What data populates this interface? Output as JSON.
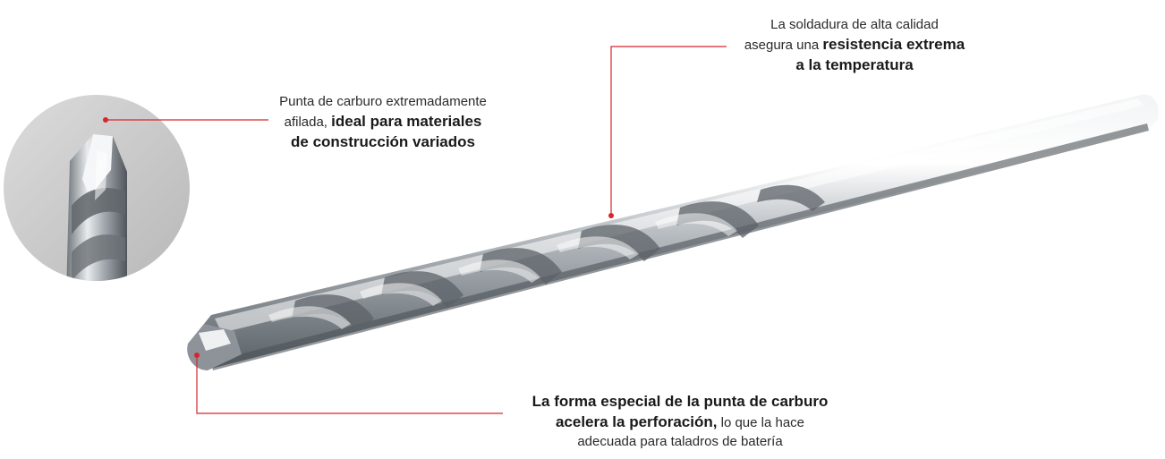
{
  "colors": {
    "accent": "#d7262b",
    "text": "#2a2a2a",
    "steel_light": "#e2e5e8",
    "steel_mid": "#a7adb3",
    "steel_dark": "#5a6066",
    "inset_bg": "#c9c9c9"
  },
  "callouts": {
    "tip": {
      "line1": "Punta de carburo extremadamente",
      "line2_regular": "afilada, ",
      "line2_bold": "ideal para materiales",
      "line3_bold": "de construcción variados"
    },
    "weld": {
      "line1": "La soldadura de alta calidad",
      "line2_regular": "asegura una ",
      "line2_bold": "resistencia extrema",
      "line3_bold": "a la temperatura"
    },
    "shape": {
      "line1_bold": "La forma especial de la punta de carburo",
      "line2_bold": "acelera la perforación,",
      "line2_regular": " lo que la hace",
      "line3": "adecuada para taladros de batería"
    }
  },
  "icons": {
    "inset": "drill-tip-closeup-icon",
    "product": "drill-bit-icon",
    "marker": "red-dot-icon"
  }
}
